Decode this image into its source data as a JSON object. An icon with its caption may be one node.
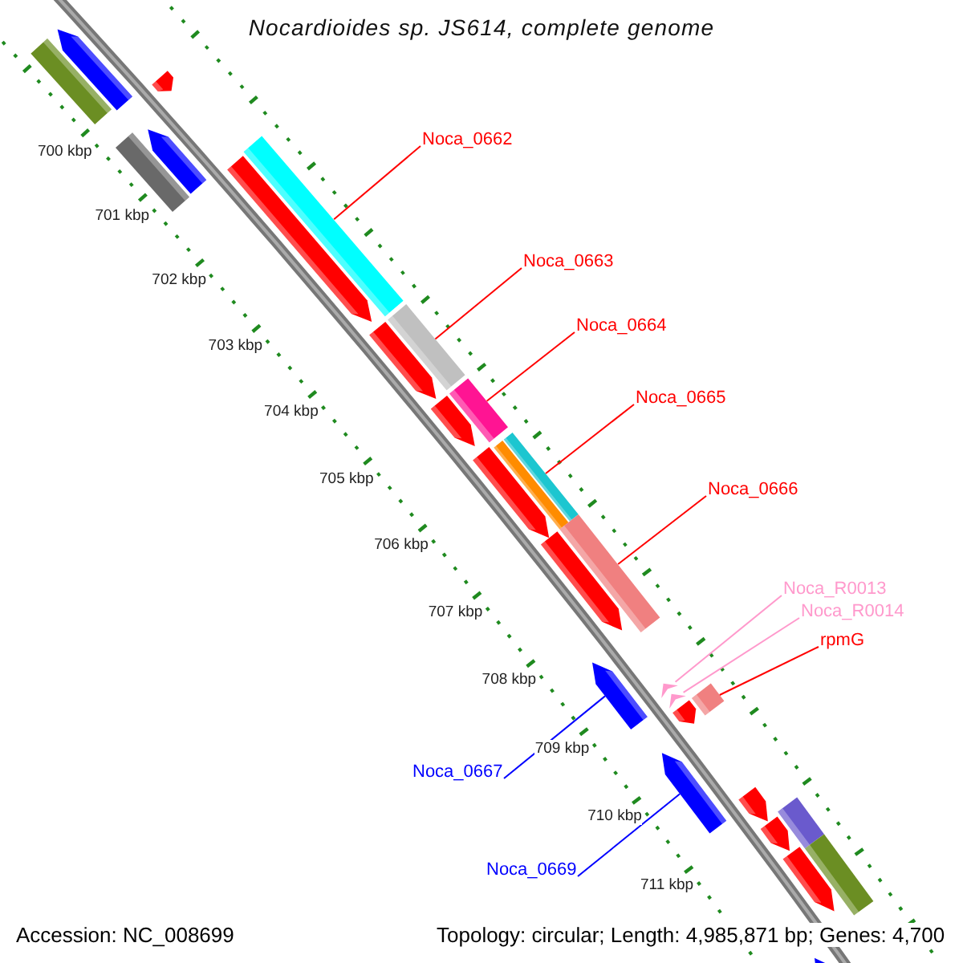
{
  "diagram": {
    "title": "Nocardioides sp. JS614, complete genome",
    "nodes": [
      {
        "text": [
          "Noca_0662"
        ]
      },
      {
        "text": [
          "Noca_0663"
        ]
      },
      {
        "text": [
          "Noca_0664"
        ]
      },
      {
        "text": [
          "Noca_0665"
        ]
      },
      {
        "text": [
          "Noca_0666"
        ]
      },
      {
        "text": [
          "Noca_R0013"
        ]
      },
      {
        "text": [
          "Noca_R0014"
        ]
      },
      {
        "text": [
          "rpmG"
        ]
      },
      {
        "text": [
          "Noca_0667"
        ]
      },
      {
        "text": [
          "Noca_0669"
        ]
      },
      {
        "text": [],
        "shape": "box"
      },
      {
        "text": [],
        "shape": "arrow"
      },
      {
        "text": [],
        "shape": "arrow"
      },
      {
        "text": [],
        "shape": "box"
      },
      {
        "text": [],
        "shape": "arrow"
      },
      {
        "text": [],
        "shape": "box"
      },
      {
        "text": [],
        "shape": "arrow"
      },
      {
        "text": [],
        "shape": "box"
      },
      {
        "text": [],
        "shape": "arrow"
      },
      {
        "text": [],
        "shape": "arrow"
      },
      {
        "text": [],
        "shape": "box"
      },
      {
        "text": [],
        "shape": "arrow"
      },
      {
        "text": [],
        "shape": "box"
      },
      {
        "text": [],
        "shape": "box"
      },
      {
        "text": [],
        "shape": "box"
      },
      {
        "text": [],
        "shape": "arrow"
      },
      {
        "text": [],
        "shape": "arrow"
      },
      {
        "text": [],
        "shape": "arrow"
      },
      {
        "text": [],
        "shape": "arrow"
      },
      {
        "text": [],
        "shape": "arrow"
      },
      {
        "text": [],
        "shape": "box"
      },
      {
        "text": [],
        "shape": "arrow"
      },
      {
        "text": [],
        "shape": "arrow"
      },
      {
        "text": [],
        "shape": "box"
      },
      {
        "text": [],
        "shape": "arrow"
      },
      {
        "text": [],
        "shape": "arrow"
      },
      {
        "text": [],
        "shape": "box"
      },
      {
        "text": [],
        "shape": "arrow"
      }
    ],
    "edges": [
      {
        "from": 0,
        "to": 15,
        "arrow": "none"
      },
      {
        "from": 1,
        "to": 17,
        "arrow": "none"
      },
      {
        "from": 2,
        "to": 20,
        "arrow": "none"
      },
      {
        "from": 3,
        "to": 23,
        "arrow": "none"
      },
      {
        "from": 4,
        "to": 24,
        "arrow": "none"
      },
      {
        "from": 5,
        "to": 27,
        "arrow": "none",
        "color": "#ff99cc"
      },
      {
        "from": 6,
        "to": 28,
        "arrow": "none",
        "color": "#ff99cc"
      },
      {
        "from": 7,
        "to": 30,
        "arrow": "none"
      },
      {
        "from": 8,
        "to": 26,
        "arrow": "none",
        "color": "#0000ff"
      },
      {
        "from": 9,
        "to": 31,
        "arrow": "none",
        "color": "#0000ff"
      }
    ],
    "labels": [
      "700 kbp",
      "701 kbp",
      "702 kbp",
      "703 kbp",
      "704 kbp",
      "705 kbp",
      "706 kbp",
      "707 kbp",
      "708 kbp",
      "709 kbp",
      "710 kbp",
      "711 kbp",
      "Accession: NC_008699",
      "Topology: circular; Length: 4,985,871 bp; Genes: 4,700"
    ]
  }
}
